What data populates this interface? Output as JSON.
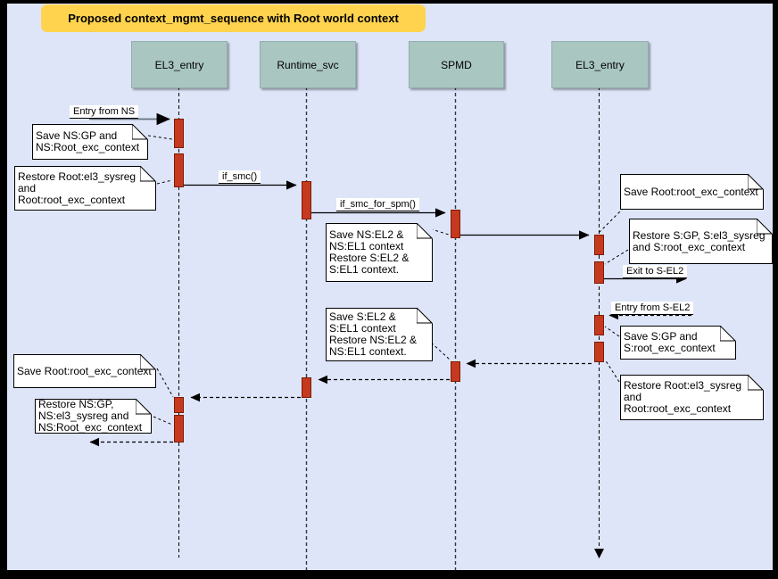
{
  "title": "Proposed context_mgmt_sequence with Root world context",
  "actors": [
    {
      "name": "EL3_entry"
    },
    {
      "name": "Runtime_svc"
    },
    {
      "name": "SPMD"
    },
    {
      "name": "EL3_entry"
    }
  ],
  "messages": {
    "entry_from_ns": "Entry from NS",
    "if_smc": "if_smc()",
    "if_smc_for_spm": "if_smc_for_spm()",
    "exit_to_sel2": "Exit to S-EL2",
    "entry_from_sel2": "Entry from S-EL2"
  },
  "notes": [
    {
      "id": "save-ns-gp",
      "text": "Save NS:GP and\nNS:Root_exc_context"
    },
    {
      "id": "restore-root-left",
      "text": "Restore Root:el3_sysreg\nand\nRoot:root_exc_context"
    },
    {
      "id": "save-ns-el2",
      "text": "Save NS:EL2 &\nNS:EL1 context\nRestore S:EL2 &\nS:EL1 context."
    },
    {
      "id": "save-root-exc-right",
      "text": "Save Root:root_exc_context"
    },
    {
      "id": "restore-s-gp",
      "text": "Restore S:GP, S:el3_sysreg\nand S:root_exc_context"
    },
    {
      "id": "save-s-gp",
      "text": "Save S:GP and\nS:root_exc_context"
    },
    {
      "id": "restore-root-right",
      "text": "Restore Root:el3_sysreg\nand\nRoot:root_exc_context"
    },
    {
      "id": "save-s-el2",
      "text": "Save S:EL2 &\nS:EL1 context\nRestore NS:EL2 &\nNS:EL1 context."
    },
    {
      "id": "save-root-exc-left",
      "text": "Save Root:root_exc_context"
    },
    {
      "id": "restore-ns-gp",
      "text": "Restore NS:GP,\nNS:el3_sysreg and\nNS:Root_exc_context"
    }
  ],
  "colors": {
    "background": "#dee5f8",
    "frame": "#000000",
    "title_bg": "#ffd34e",
    "actor_bg": "#a9c6c1",
    "activation_fill": "#c5391f",
    "activation_border": "#7e1b05",
    "note_bg": "#ffffff",
    "entry_arrow_shaft": "#64707e"
  }
}
